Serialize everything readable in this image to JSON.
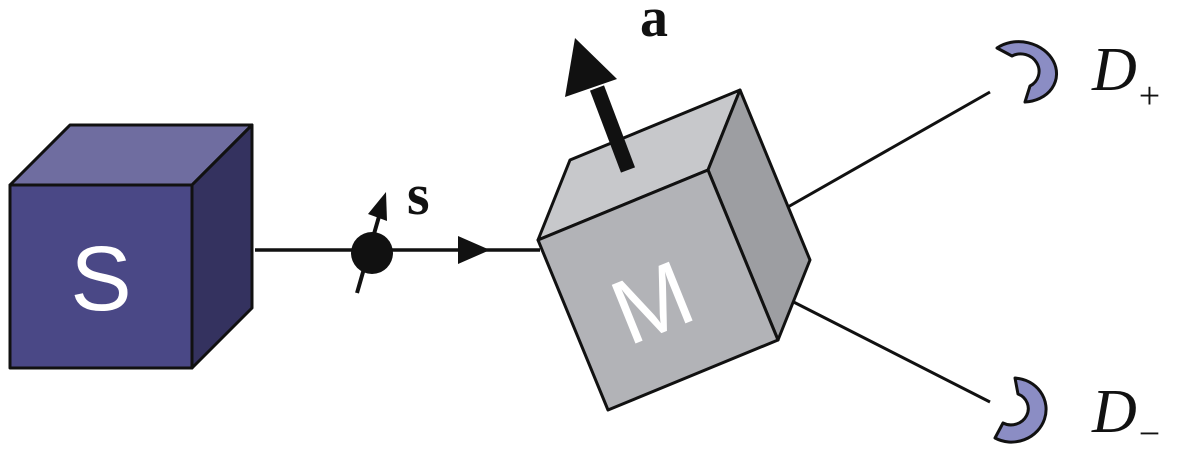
{
  "source_box": {
    "label": "S"
  },
  "spin": {
    "label": "s"
  },
  "magnet_box": {
    "label": "M"
  },
  "field_axis": {
    "label": "a"
  },
  "detector_plus": {
    "label": "D",
    "subscript": "+"
  },
  "detector_minus": {
    "label": "D",
    "subscript": "−"
  },
  "colors": {
    "source_front": "#4a4886",
    "source_top": "#6f6da0",
    "source_side": "#34325f",
    "magnet_front": "#b2b3b7",
    "magnet_top": "#c7c8cb",
    "magnet_side": "#9d9ea2",
    "detector_fill": "#8b8dc4",
    "stroke": "#111111"
  }
}
